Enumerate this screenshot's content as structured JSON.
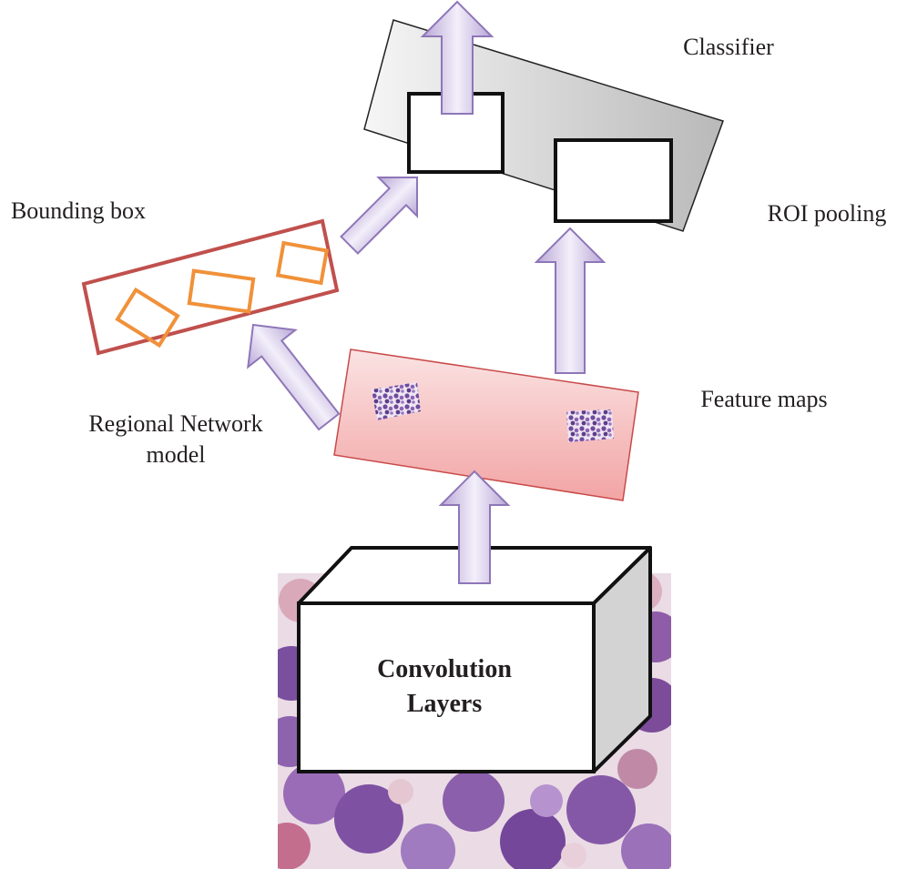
{
  "labels": {
    "classifier": "Classifier",
    "roi_pooling": "ROI pooling",
    "bounding_box": "Bounding box",
    "feature_maps": "Feature maps",
    "regional_network_line1": "Regional Network",
    "regional_network_line2": "model",
    "convolution_line1": "Convolution",
    "convolution_line2": "Layers"
  },
  "colors": {
    "arrow_fill": "#cfc3e4",
    "arrow_stroke": "#8e76b8",
    "classifier_fill": "#cfcfcf",
    "feature_fill": "#f5b3b3",
    "feature_stroke": "#c94a4a",
    "bbox_stroke": "#c0504d",
    "anchor_stroke": "#f0913a",
    "cell_color": "#7e54a3",
    "blood_bg": "#e9dbe6"
  }
}
